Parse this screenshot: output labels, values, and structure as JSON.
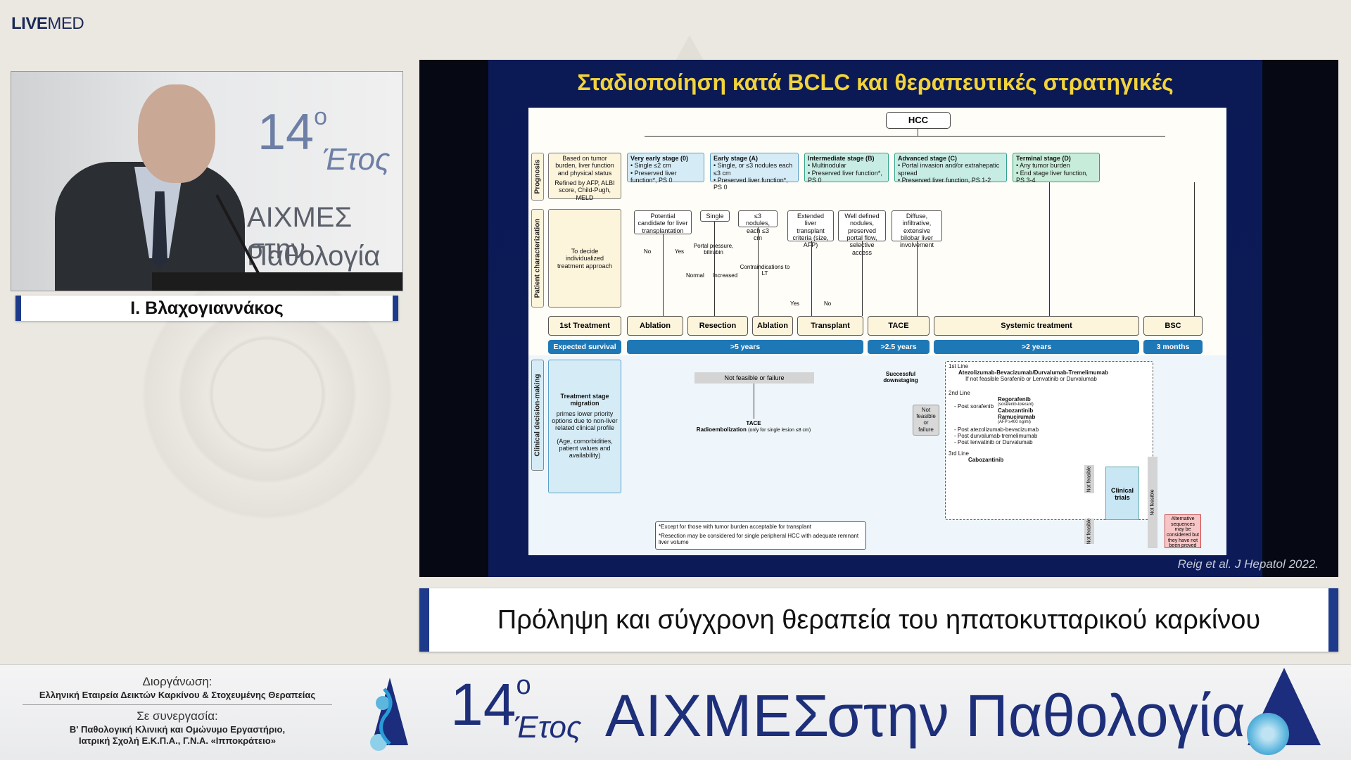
{
  "brand": {
    "live": "LIVE",
    "med": "MED"
  },
  "speaker": {
    "name": "Ι. Βλαχογιαννάκος",
    "backdrop": {
      "number": "14",
      "degree": "ο",
      "etos": "Έτος",
      "line1": "ΑΙΧΜΕΣ στην",
      "line2": "Παθολογία"
    }
  },
  "slide": {
    "title": "Σταδιοποίηση κατά BCLC και θεραπευτικές στρατηγικές",
    "citation": "Reig et al. J Hepatol 2022.",
    "diagram": {
      "root": "HCC",
      "rows": {
        "prognosis": "Prognosis",
        "patient": "Patient characterization",
        "clinical": "Clinical decision-making"
      },
      "prognosis_note": [
        "Based on tumor burden, liver function and physical status",
        "Refined by AFP, ALBI score, Child-Pugh, MELD"
      ],
      "stages": [
        {
          "title": "Very early stage (0)",
          "lines": [
            "• Single ≤2 cm",
            "• Preserved liver function*, PS 0"
          ]
        },
        {
          "title": "Early stage (A)",
          "lines": [
            "• Single, or ≤3 nodules each ≤3 cm",
            "• Preserved liver function*, PS 0"
          ]
        },
        {
          "title": "Intermediate stage (B)",
          "lines": [
            "• Multinodular",
            "• Preserved liver function*, PS 0"
          ]
        },
        {
          "title": "Advanced stage (C)",
          "lines": [
            "• Portal invasion and/or extrahepatic spread",
            "• Preserved liver function, PS 1-2"
          ]
        },
        {
          "title": "Terminal stage (D)",
          "lines": [
            "• Any tumor burden",
            "• End stage liver function, PS 3-4"
          ]
        }
      ],
      "patient_note": "To decide individualized treatment approach",
      "patient_boxes": {
        "candidate": "Potential candidate for liver transplantation",
        "single": "Single",
        "nodules": "≤3 nodules, each ≤3 cm",
        "extended": "Extended liver transplant criteria (size, AFP)",
        "welldefined": "Well defined nodules, preserved portal flow, selective access",
        "diffuse": "Diffuse, infiltrative, extensive bilobar liver involvement"
      },
      "branch_labels": {
        "no1": "No",
        "yes1": "Yes",
        "portal": "Portal pressure, bilirubin",
        "normal": "Normal",
        "increased": "Increased",
        "contra": "Contraindications to LT",
        "yes2": "Yes",
        "no2": "No"
      },
      "first_treatment": "1st Treatment option",
      "treatments": [
        "Ablation",
        "Resection",
        "Ablation",
        "Transplant",
        "TACE",
        "Systemic treatment",
        "BSC"
      ],
      "expected_survival": "Expected survival",
      "survival": [
        ">5 years",
        ">2.5 years",
        ">2 years",
        "3 months"
      ],
      "migration": {
        "title": "Treatment stage migration",
        "text": "primes lower priority options due to non-liver related clinical profile",
        "note": "(Age, comorbidities, patient values and availability)"
      },
      "not_feasible": "Not  feasible or failure",
      "tace": "TACE",
      "radio": "Radioembolization",
      "radio_note": "(only  for single lesion ≤8 cm)",
      "downstaging": "Successful downstaging",
      "nf_box": "Not feasible or failure",
      "lines": {
        "first": "1st Line",
        "first_drugs": "Atezolizumab-Bevacizumab/Durvalumab-Tremelimumab",
        "first_alt": "If not feasible Sorafenib or Lenvatinib or Durvalumab",
        "second": "2nd Line",
        "post_sorafenib": "- Post sorafenib",
        "rego": "Regorafenib",
        "rego_note": "(sorafenib-tolerant)",
        "cabo": "Cabozantinib",
        "ramu": "Ramucirumab",
        "ramu_note": "(AFP ≥400 ng/ml)",
        "post_atezo": "- Post atezolizumab-bevacizumab",
        "post_durva": "- Post durvalumab-tremelimumab",
        "post_lenva": "- Post lenvatinib or Durvalumab",
        "third": "3rd Line",
        "third_drug": "Cabozantinib"
      },
      "clinical_trials": "Clinical trials",
      "not_feasible_tag": "Not feasible",
      "alternative": "Alternative sequences may be considered but they have not been proved",
      "footnotes": [
        "*Except for  those with tumor burden acceptable for transplant",
        "*Resection may be considered for single peripheral HCC with adequate remnant liver volume"
      ]
    }
  },
  "topic": "Πρόληψη και σύγχρονη θεραπεία του ηπατοκυτταρικού καρκίνου",
  "footer": {
    "org_label": "Διοργάνωση:",
    "org_name": "Ελληνική Εταιρεία Δεικτών Καρκίνου & Στοχευμένης Θεραπείας",
    "collab_label": "Σε συνεργασία:",
    "collab_line1": "Β' Παθολογική Κλινική και Ομώνυμο Εργαστήριο,",
    "collab_line2": "Ιατρική Σχολή Ε.Κ.Π.Α., Γ.Ν.Α. «Ιπποκράτειο»",
    "number": "14",
    "degree": "ο",
    "etos": "Έτος",
    "line1": "ΑΙΧΜΕΣ",
    "line2": "στην Παθολογία"
  }
}
